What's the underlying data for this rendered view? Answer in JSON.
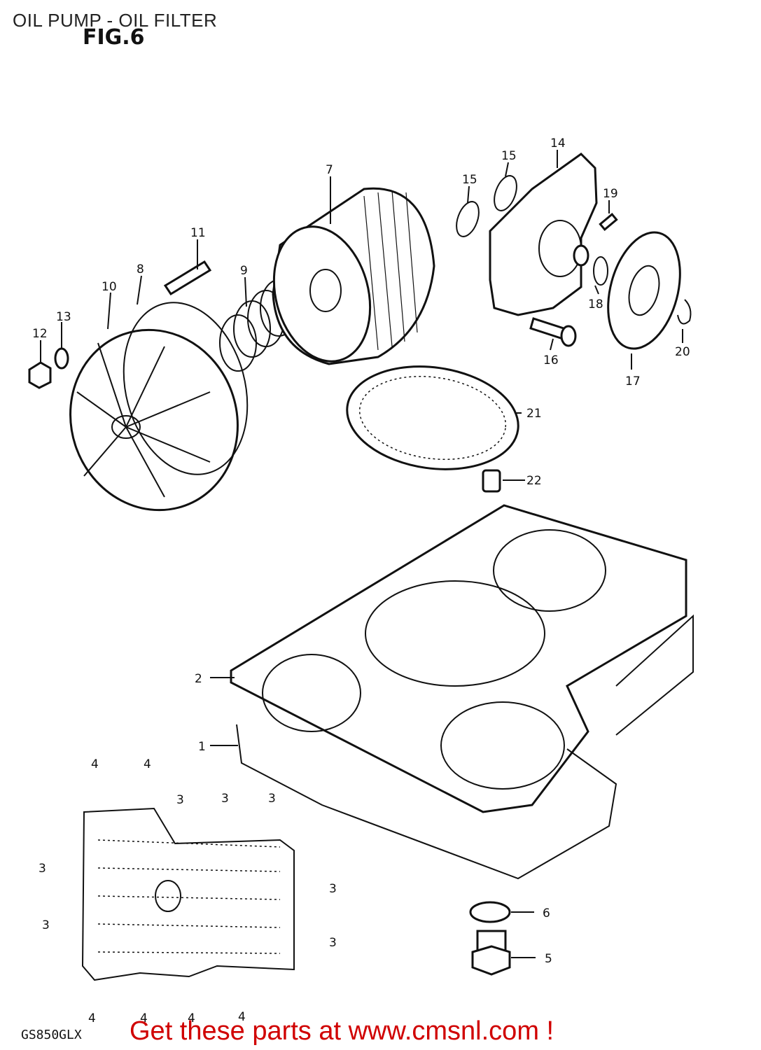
{
  "header": {
    "title": "OIL PUMP - OIL FILTER",
    "figure": "FIG.6"
  },
  "footer": {
    "model": "GS850GLX",
    "cta": "Get these parts at www.cmsnl.com !"
  },
  "callouts": {
    "c1": "1",
    "c2": "2",
    "c3a": "3",
    "c3b": "3",
    "c3c": "3",
    "c3d": "3",
    "c3e": "3",
    "c3f": "3",
    "c3g": "3",
    "c4a": "4",
    "c4b": "4",
    "c4c": "4",
    "c4d": "4",
    "c4e": "4",
    "c4f": "4",
    "c5": "5",
    "c6": "6",
    "c7": "7",
    "c8": "8",
    "c9": "9",
    "c10": "10",
    "c11": "11",
    "c12": "12",
    "c13": "13",
    "c14": "14",
    "c15a": "15",
    "c15b": "15",
    "c16": "16",
    "c17": "17",
    "c18": "18",
    "c19": "19",
    "c20": "20",
    "c21": "21",
    "c22": "22"
  },
  "colors": {
    "cta": "#d00000",
    "line": "#111111"
  }
}
